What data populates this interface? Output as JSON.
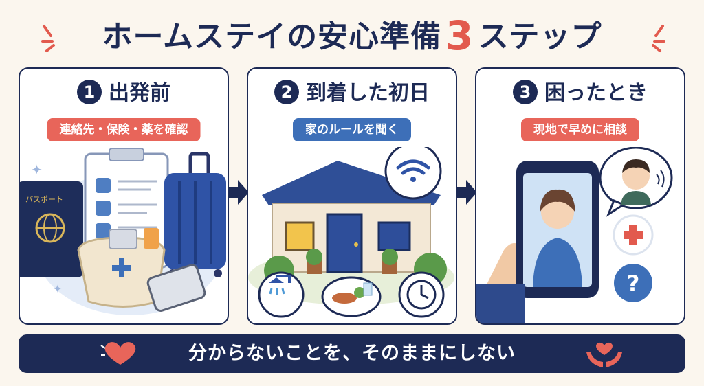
{
  "header": {
    "title_main": "ホームステイの安心準備",
    "title_number": "3",
    "title_suffix": "ステップ"
  },
  "steps": [
    {
      "number": "1",
      "title": "出発前",
      "tag": "連絡先・保険・薬を確認",
      "tag_color": "#e8655a",
      "passport_label": "パスポート"
    },
    {
      "number": "2",
      "title": "到着した初日",
      "tag": "家のルールを聞く",
      "tag_color": "#3d6fb8"
    },
    {
      "number": "3",
      "title": "困ったとき",
      "tag": "現地で早めに相談",
      "tag_color": "#e8655a",
      "help_symbol": "?"
    }
  ],
  "banner": {
    "text": "分からないことを、そのままにしない"
  },
  "colors": {
    "navy": "#1d2a55",
    "accent_red": "#e25a4e",
    "accent_blue": "#3d6fb8",
    "background": "#fbf6ee"
  },
  "icons": [
    "passport-icon",
    "clipboard-icon",
    "suitcase-icon",
    "first-aid-pouch-icon",
    "smartphone-icon",
    "house-icon",
    "wifi-icon",
    "shower-icon",
    "meal-icon",
    "clock-icon",
    "video-call-icon",
    "worried-person-icon",
    "medical-cross-icon",
    "question-icon",
    "heart-icon",
    "heart-hands-icon"
  ]
}
